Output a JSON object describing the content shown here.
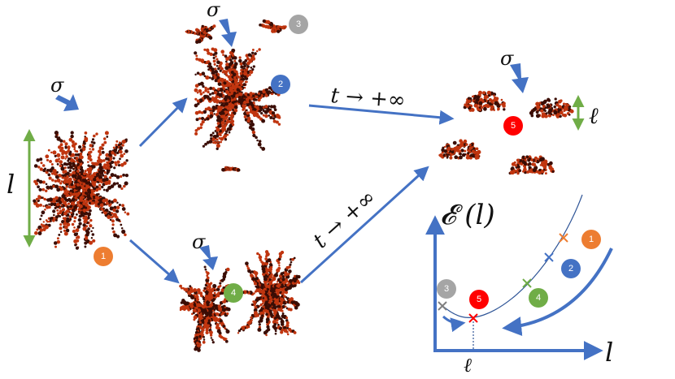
{
  "labels": {
    "sigma": "σ",
    "l_symbol": "l",
    "ell_symbol": "ℓ",
    "limit_top": "t → +∞",
    "limit_bottom": "t → +∞",
    "energy_axis": "𝓔 (l)",
    "x_axis": "l",
    "min_label": "ℓ"
  },
  "badges": [
    {
      "id": "1",
      "text": "1",
      "color": "#ED7D31"
    },
    {
      "id": "2",
      "text": "2",
      "color": "#4472C4"
    },
    {
      "id": "3",
      "text": "3",
      "color": "#A5A5A5"
    },
    {
      "id": "4",
      "text": "4",
      "color": "#70AD47"
    },
    {
      "id": "5",
      "text": "5",
      "color": "#FF0000"
    }
  ],
  "colors": {
    "arrow": "#4472C4",
    "green_arrow": "#70AD47",
    "aggregate_dark": "#3a0d05",
    "aggregate_red": "#c0350f",
    "curve": "#2F5597",
    "marker_red": "#FF0000",
    "marker_gray": "#7f7f7f"
  }
}
